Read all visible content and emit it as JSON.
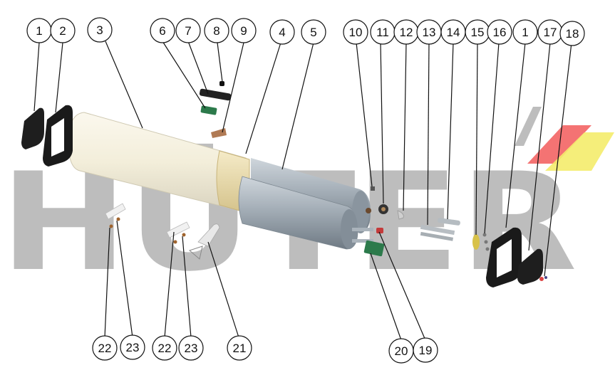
{
  "watermark": {
    "text": "HÜTER",
    "color": "#c0c0c0"
  },
  "callouts_top": [
    "1",
    "2",
    "3",
    "6",
    "7",
    "8",
    "9",
    "4",
    "5",
    "10",
    "11",
    "12",
    "13",
    "14",
    "15",
    "16",
    "1",
    "17",
    "18"
  ],
  "callouts_bottom": [
    "22",
    "23",
    "22",
    "23",
    "21",
    "20",
    "19"
  ],
  "colors": {
    "tank": "#9ea8b0",
    "insulation": "#f4eedc",
    "band": "#e8d9a8",
    "cover": "#1e1e1e",
    "board": "#2c7a4b",
    "logo_red": "#f25a5a",
    "logo_yellow": "#f4ec6b"
  }
}
